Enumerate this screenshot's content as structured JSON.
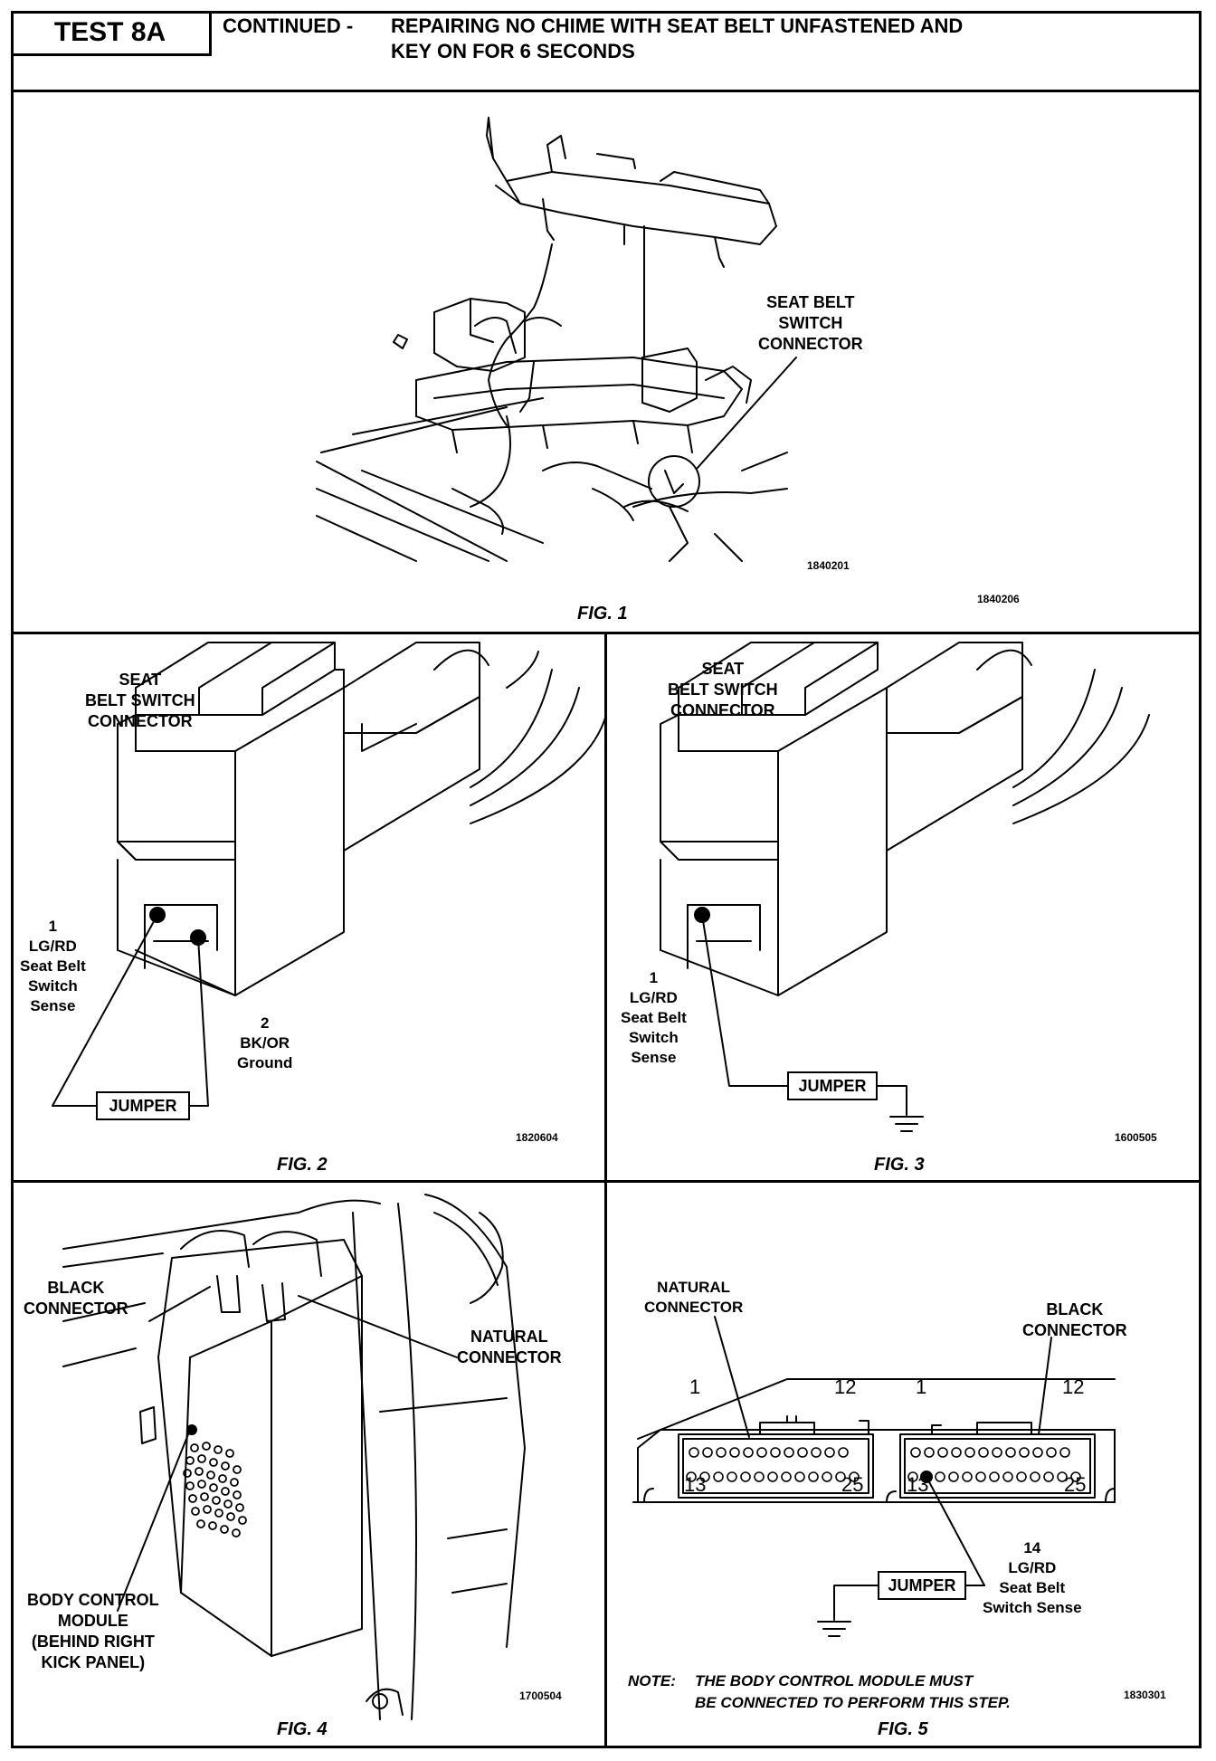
{
  "header": {
    "test_label": "TEST 8A",
    "continued_label": "CONTINUED -",
    "title_line1": "REPAIRING NO CHIME WITH SEAT BELT UNFASTENED AND",
    "title_line2": "KEY ON FOR 6 SECONDS"
  },
  "fig1": {
    "callout_line1": "SEAT BELT",
    "callout_line2": "SWITCH",
    "callout_line3": "CONNECTOR",
    "code_inner": "1840201",
    "code_outer": "1840206",
    "caption": "FIG. 1"
  },
  "fig2": {
    "title_line1": "SEAT",
    "title_line2": "BELT SWITCH",
    "title_line3": "CONNECTOR",
    "pin1_line1": "1",
    "pin1_line2": "LG/RD",
    "pin1_line3": "Seat Belt",
    "pin1_line4": "Switch",
    "pin1_line5": "Sense",
    "pin2_line1": "2",
    "pin2_line2": "BK/OR",
    "pin2_line3": "Ground",
    "jumper": "JUMPER",
    "code": "1820604",
    "caption": "FIG. 2"
  },
  "fig3": {
    "title_line1": "SEAT",
    "title_line2": "BELT SWITCH",
    "title_line3": "CONNECTOR",
    "pin1_line1": "1",
    "pin1_line2": "LG/RD",
    "pin1_line3": "Seat Belt",
    "pin1_line4": "Switch",
    "pin1_line5": "Sense",
    "jumper": "JUMPER",
    "code": "1600505",
    "caption": "FIG. 3"
  },
  "fig4": {
    "black_line1": "BLACK",
    "black_line2": "CONNECTOR",
    "natural_line1": "NATURAL",
    "natural_line2": "CONNECTOR",
    "bcm_line1": "BODY CONTROL",
    "bcm_line2": "MODULE",
    "bcm_line3": "(BEHIND RIGHT",
    "bcm_line4": "KICK PANEL)",
    "code": "1700504",
    "caption": "FIG. 4"
  },
  "fig5": {
    "natural_line1": "NATURAL",
    "natural_line2": "CONNECTOR",
    "black_line1": "BLACK",
    "black_line2": "CONNECTOR",
    "pin_1a": "1",
    "pin_12a": "12",
    "pin_13a": "13",
    "pin_25a": "25",
    "pin_1b": "1",
    "pin_12b": "12",
    "pin_13b": "13",
    "pin_25b": "25",
    "pin14_line1": "14",
    "pin14_line2": "LG/RD",
    "pin14_line3": "Seat Belt",
    "pin14_line4": "Switch Sense",
    "jumper": "JUMPER",
    "note_label": "NOTE:",
    "note_line1": "THE BODY CONTROL MODULE MUST",
    "note_line2": "BE CONNECTED TO PERFORM THIS STEP.",
    "code": "1830301",
    "caption": "FIG. 5"
  }
}
